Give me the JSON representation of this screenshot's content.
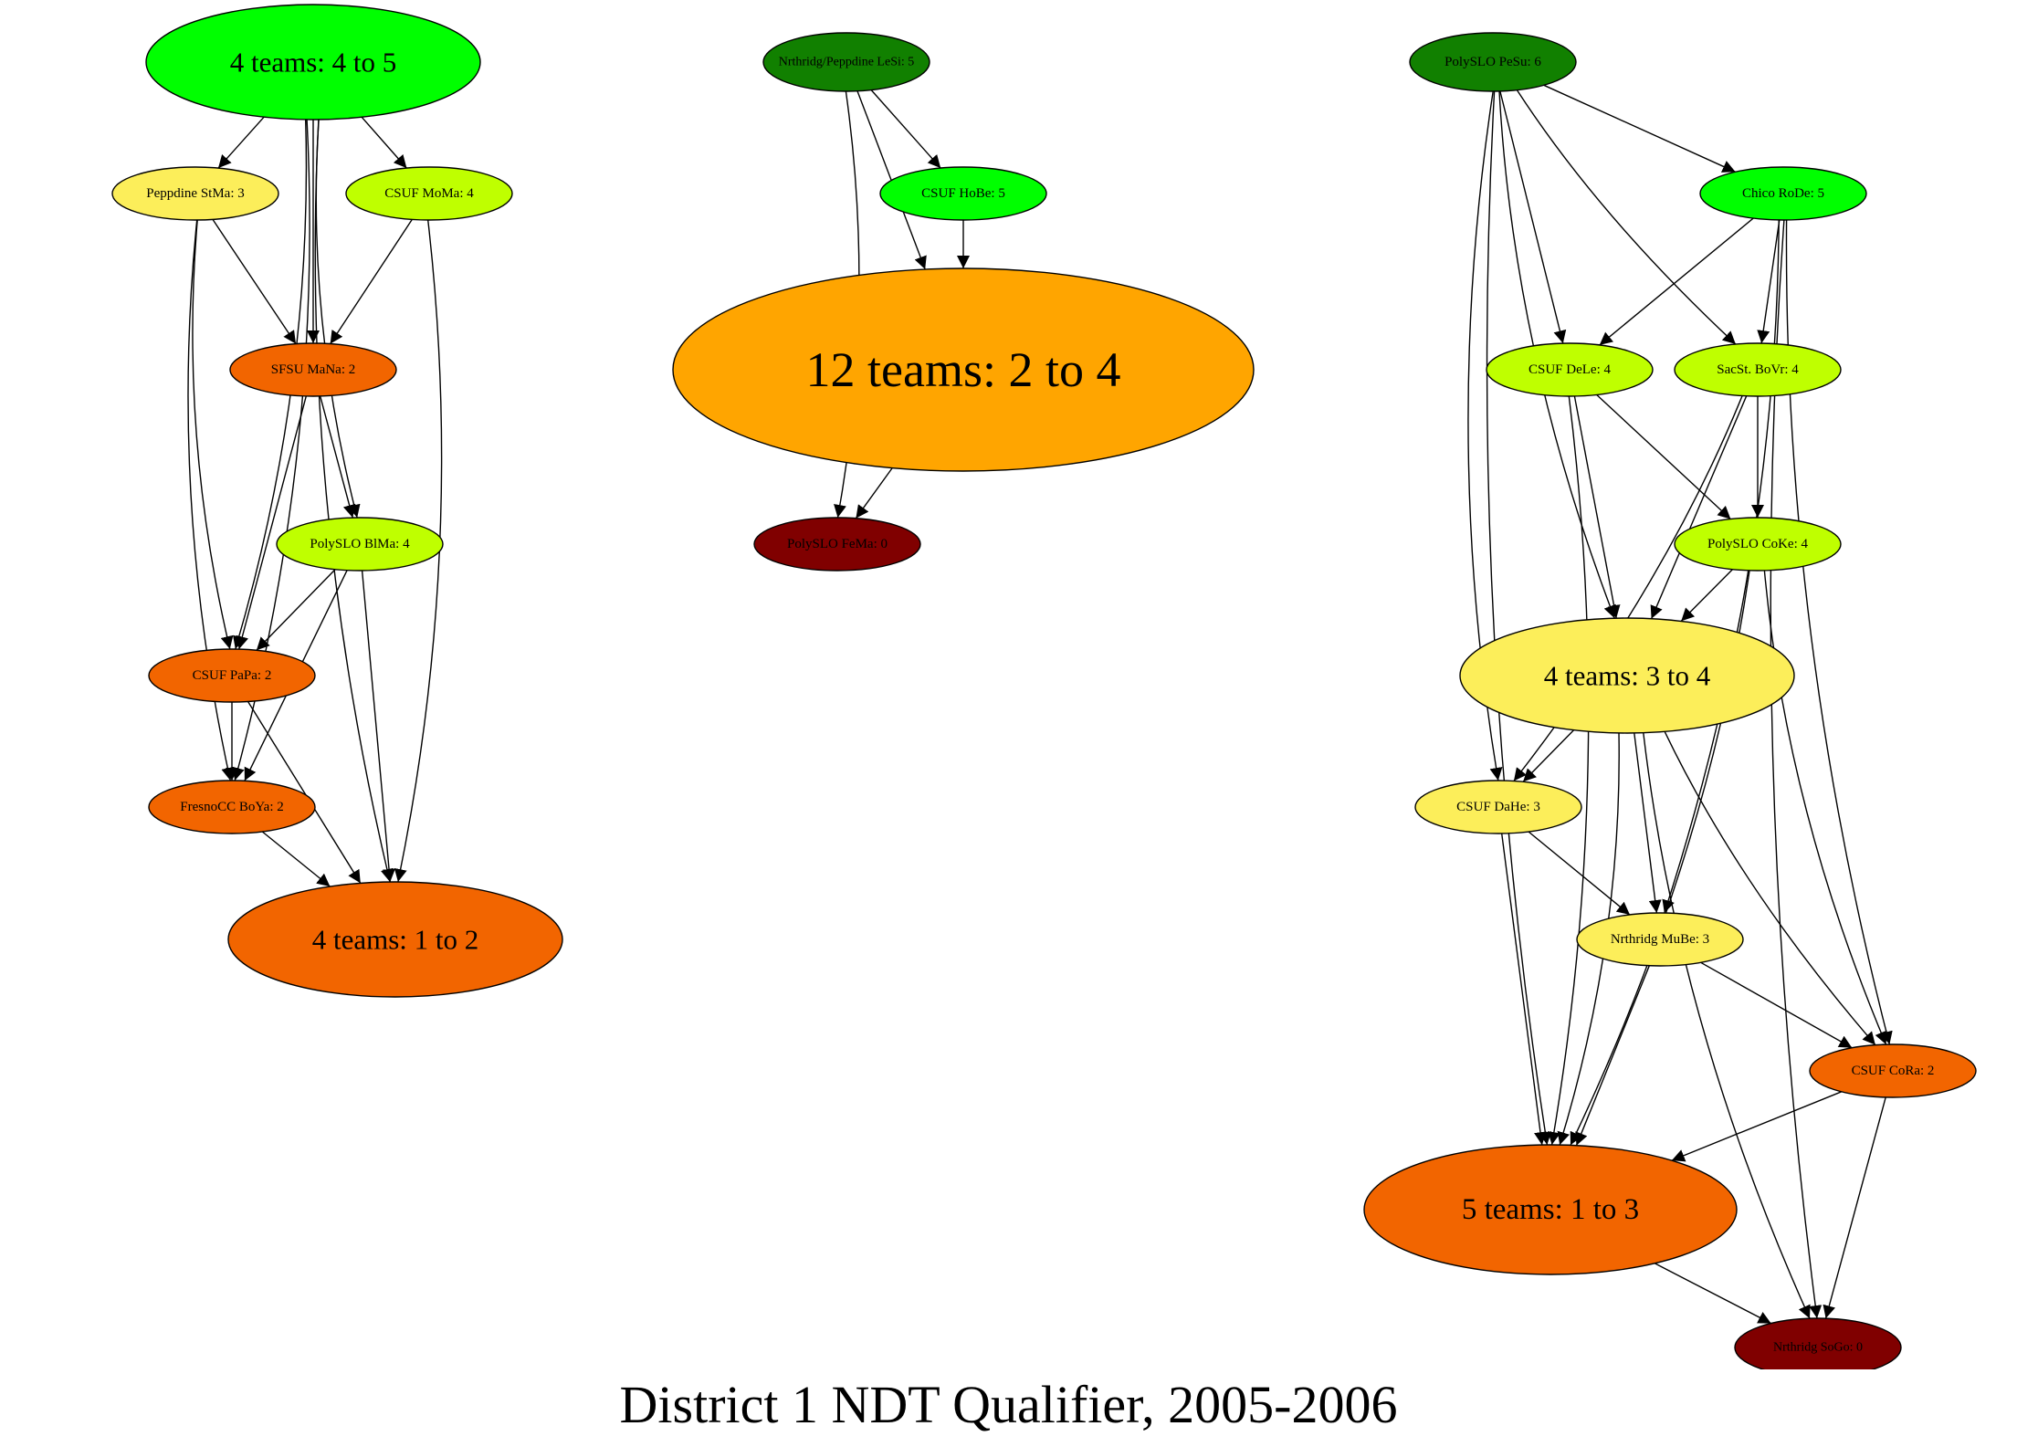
{
  "title": "District 1 NDT Qualifier, 2005-2006",
  "colors": {
    "dark_green": "#118000",
    "green": "#00ff00",
    "lime": "#bfff00",
    "yellow": "#fcee5a",
    "orange": "#ffa500",
    "red_orange": "#f26500",
    "dark_red": "#800000"
  },
  "nodes": [
    {
      "id": "g4_45",
      "label": "4 teams: 4 to 5",
      "color": "green"
    },
    {
      "id": "stma",
      "label": "Peppdine StMa: 3",
      "color": "yellow"
    },
    {
      "id": "moma",
      "label": "CSUF MoMa: 4",
      "color": "lime"
    },
    {
      "id": "mana",
      "label": "SFSU MaNa: 2",
      "color": "red_orange"
    },
    {
      "id": "blma",
      "label": "PolySLO BlMa: 4",
      "color": "lime"
    },
    {
      "id": "papa",
      "label": "CSUF PaPa: 2",
      "color": "red_orange"
    },
    {
      "id": "boya",
      "label": "FresnoCC BoYa: 2",
      "color": "red_orange"
    },
    {
      "id": "g4_12",
      "label": "4 teams: 1 to 2",
      "color": "red_orange"
    },
    {
      "id": "lesi",
      "label": "Nrthridg/Peppdine LeSi: 5",
      "color": "dark_green"
    },
    {
      "id": "hobe",
      "label": "CSUF HoBe: 5",
      "color": "green"
    },
    {
      "id": "g12_24",
      "label": "12 teams: 2 to 4",
      "color": "orange"
    },
    {
      "id": "fema",
      "label": "PolySLO FeMa: 0",
      "color": "dark_red"
    },
    {
      "id": "pesu",
      "label": "PolySLO PeSu: 6",
      "color": "dark_green"
    },
    {
      "id": "rode",
      "label": "Chico RoDe: 5",
      "color": "green"
    },
    {
      "id": "dele",
      "label": "CSUF DeLe: 4",
      "color": "lime"
    },
    {
      "id": "bovr",
      "label": "SacSt. BoVr: 4",
      "color": "lime"
    },
    {
      "id": "coke",
      "label": "PolySLO CoKe: 4",
      "color": "lime"
    },
    {
      "id": "g4_34",
      "label": "4 teams: 3 to 4",
      "color": "yellow"
    },
    {
      "id": "dahe",
      "label": "CSUF DaHe: 3",
      "color": "yellow"
    },
    {
      "id": "mube",
      "label": "Nrthridg MuBe: 3",
      "color": "yellow"
    },
    {
      "id": "cora",
      "label": "CSUF CoRa: 2",
      "color": "red_orange"
    },
    {
      "id": "g5_13",
      "label": "5 teams: 1 to 3",
      "color": "red_orange"
    },
    {
      "id": "sogo",
      "label": "Nrthridg SoGo: 0",
      "color": "dark_red"
    }
  ],
  "edges": [
    [
      "g4_45",
      "stma"
    ],
    [
      "g4_45",
      "mana"
    ],
    [
      "g4_45",
      "moma"
    ],
    [
      "g4_45",
      "papa"
    ],
    [
      "g4_45",
      "boya"
    ],
    [
      "g4_45",
      "blma"
    ],
    [
      "g4_45",
      "g4_12"
    ],
    [
      "stma",
      "mana"
    ],
    [
      "stma",
      "papa"
    ],
    [
      "stma",
      "boya"
    ],
    [
      "moma",
      "mana"
    ],
    [
      "moma",
      "g4_12"
    ],
    [
      "mana",
      "blma"
    ],
    [
      "mana",
      "papa"
    ],
    [
      "blma",
      "papa"
    ],
    [
      "blma",
      "boya"
    ],
    [
      "blma",
      "g4_12"
    ],
    [
      "papa",
      "boya"
    ],
    [
      "papa",
      "g4_12"
    ],
    [
      "boya",
      "g4_12"
    ],
    [
      "lesi",
      "hobe"
    ],
    [
      "lesi",
      "g12_24"
    ],
    [
      "lesi",
      "fema"
    ],
    [
      "hobe",
      "g12_24"
    ],
    [
      "g12_24",
      "fema"
    ],
    [
      "pesu",
      "rode"
    ],
    [
      "pesu",
      "dele"
    ],
    [
      "pesu",
      "bovr"
    ],
    [
      "pesu",
      "g4_34"
    ],
    [
      "pesu",
      "dahe"
    ],
    [
      "pesu",
      "g5_13"
    ],
    [
      "rode",
      "dele"
    ],
    [
      "rode",
      "bovr"
    ],
    [
      "rode",
      "mube"
    ],
    [
      "rode",
      "cora"
    ],
    [
      "rode",
      "sogo"
    ],
    [
      "dele",
      "g4_34"
    ],
    [
      "dele",
      "coke"
    ],
    [
      "dele",
      "g5_13"
    ],
    [
      "bovr",
      "coke"
    ],
    [
      "bovr",
      "g4_34"
    ],
    [
      "bovr",
      "dahe"
    ],
    [
      "coke",
      "g4_34"
    ],
    [
      "coke",
      "cora"
    ],
    [
      "coke",
      "g5_13"
    ],
    [
      "g4_34",
      "dahe"
    ],
    [
      "g4_34",
      "mube"
    ],
    [
      "g4_34",
      "g5_13"
    ],
    [
      "g4_34",
      "cora"
    ],
    [
      "g4_34",
      "sogo"
    ],
    [
      "dahe",
      "mube"
    ],
    [
      "dahe",
      "g5_13"
    ],
    [
      "mube",
      "cora"
    ],
    [
      "mube",
      "g5_13"
    ],
    [
      "cora",
      "g5_13"
    ],
    [
      "cora",
      "sogo"
    ],
    [
      "g5_13",
      "sogo"
    ]
  ]
}
